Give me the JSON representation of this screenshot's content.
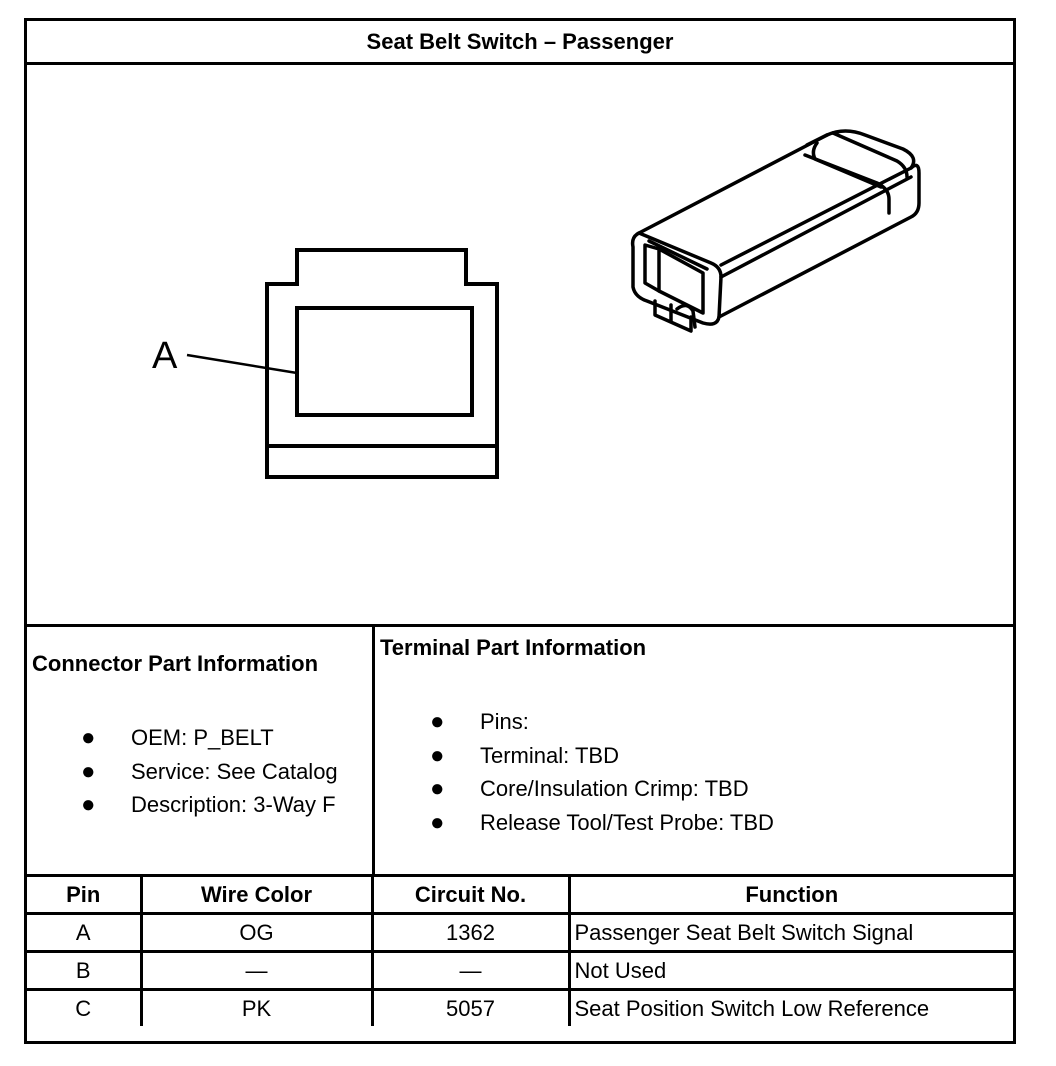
{
  "title": "Seat Belt Switch – Passenger",
  "figure": {
    "callout_label": "A"
  },
  "connector_info": {
    "heading": "Connector Part Information",
    "items": [
      "OEM: P_BELT",
      "Service: See Catalog",
      "Description: 3-Way F"
    ]
  },
  "terminal_info": {
    "heading": "Terminal Part Information",
    "items": [
      "Pins:",
      "Terminal: TBD",
      "Core/Insulation Crimp: TBD",
      "Release Tool/Test Probe: TBD"
    ]
  },
  "bullet_glyph": "●",
  "table": {
    "headers": [
      "Pin",
      "Wire Color",
      "Circuit No.",
      "Function"
    ],
    "rows": [
      [
        "A",
        "OG",
        "1362",
        "Passenger Seat Belt Switch Signal"
      ],
      [
        "B",
        "—",
        "—",
        "Not Used"
      ],
      [
        "C",
        "PK",
        "5057",
        "Seat Position Switch Low Reference"
      ]
    ]
  }
}
